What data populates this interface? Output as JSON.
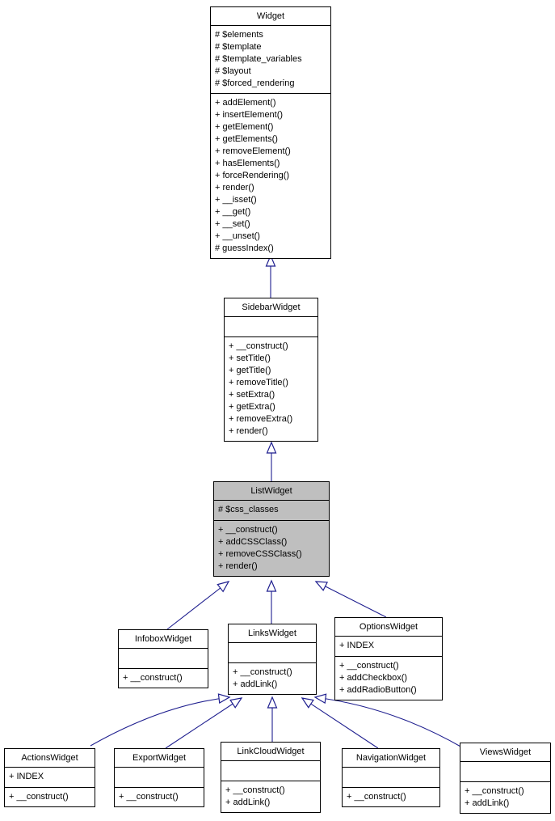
{
  "diagram": {
    "type": "uml-class-inheritance",
    "colors": {
      "node_border": "#000000",
      "node_fill": "#ffffff",
      "highlight_fill": "#bfbfbf",
      "edge_color": "#1f1f8f",
      "background": "#ffffff"
    },
    "classes": [
      {
        "name": "Widget",
        "attributes": [
          "# $elements",
          "# $template",
          "# $template_variables",
          "# $layout",
          "# $forced_rendering"
        ],
        "methods": [
          "+ addElement()",
          "+ insertElement()",
          "+ getElement()",
          "+ getElements()",
          "+ removeElement()",
          "+ hasElements()",
          "+ forceRendering()",
          "+ render()",
          "+ __isset()",
          "+ __get()",
          "+ __set()",
          "+ __unset()",
          "# guessIndex()"
        ],
        "highlighted": false
      },
      {
        "name": "SidebarWidget",
        "attributes": [],
        "methods": [
          "+ __construct()",
          "+ setTitle()",
          "+ getTitle()",
          "+ removeTitle()",
          "+ setExtra()",
          "+ getExtra()",
          "+ removeExtra()",
          "+ render()"
        ],
        "highlighted": false
      },
      {
        "name": "ListWidget",
        "attributes": [
          "# $css_classes"
        ],
        "methods": [
          "+ __construct()",
          "+ addCSSClass()",
          "+ removeCSSClass()",
          "+ render()"
        ],
        "highlighted": true
      },
      {
        "name": "InfoboxWidget",
        "attributes": [],
        "methods": [
          "+ __construct()"
        ],
        "highlighted": false
      },
      {
        "name": "LinksWidget",
        "attributes": [],
        "methods": [
          "+ __construct()",
          "+ addLink()"
        ],
        "highlighted": false
      },
      {
        "name": "OptionsWidget",
        "attributes": [
          "+ INDEX"
        ],
        "methods": [
          "+ __construct()",
          "+ addCheckbox()",
          "+ addRadioButton()"
        ],
        "highlighted": false
      },
      {
        "name": "ActionsWidget",
        "attributes": [
          "+ INDEX"
        ],
        "methods": [
          "+ __construct()"
        ],
        "highlighted": false
      },
      {
        "name": "ExportWidget",
        "attributes": [],
        "methods": [
          "+ __construct()"
        ],
        "highlighted": false
      },
      {
        "name": "LinkCloudWidget",
        "attributes": [],
        "methods": [
          "+ __construct()",
          "+ addLink()"
        ],
        "highlighted": false
      },
      {
        "name": "NavigationWidget",
        "attributes": [],
        "methods": [
          "+ __construct()"
        ],
        "highlighted": false
      },
      {
        "name": "ViewsWidget",
        "attributes": [],
        "methods": [
          "+ __construct()",
          "+ addLink()"
        ],
        "highlighted": false
      }
    ],
    "relationships": [
      {
        "child": "SidebarWidget",
        "parent": "Widget",
        "type": "inheritance"
      },
      {
        "child": "ListWidget",
        "parent": "SidebarWidget",
        "type": "inheritance"
      },
      {
        "child": "InfoboxWidget",
        "parent": "ListWidget",
        "type": "inheritance"
      },
      {
        "child": "LinksWidget",
        "parent": "ListWidget",
        "type": "inheritance"
      },
      {
        "child": "OptionsWidget",
        "parent": "ListWidget",
        "type": "inheritance"
      },
      {
        "child": "ActionsWidget",
        "parent": "LinksWidget",
        "type": "inheritance"
      },
      {
        "child": "ExportWidget",
        "parent": "LinksWidget",
        "type": "inheritance"
      },
      {
        "child": "LinkCloudWidget",
        "parent": "LinksWidget",
        "type": "inheritance"
      },
      {
        "child": "NavigationWidget",
        "parent": "LinksWidget",
        "type": "inheritance"
      },
      {
        "child": "ViewsWidget",
        "parent": "LinksWidget",
        "type": "inheritance"
      }
    ]
  }
}
